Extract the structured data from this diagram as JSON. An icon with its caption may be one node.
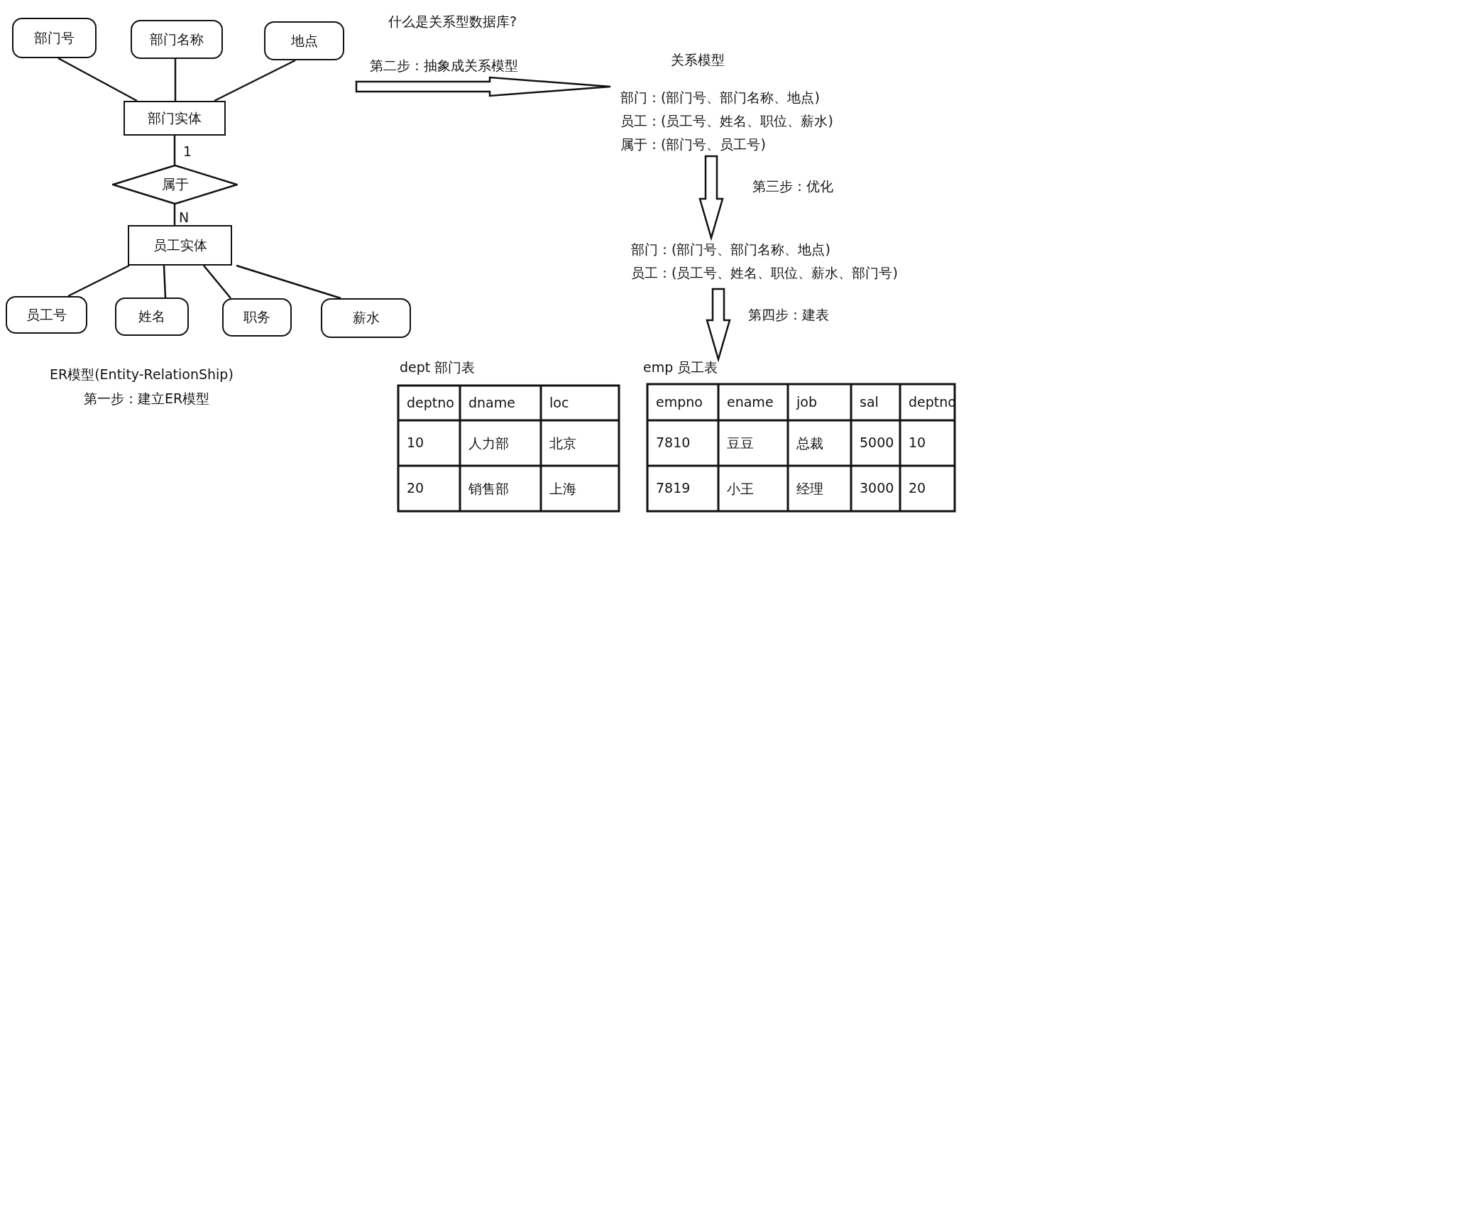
{
  "diagram": {
    "title": "什么是关系型数据库?",
    "nodes": [
      {
        "text": [
          "部门号"
        ]
      },
      {
        "text": [
          "部门名称"
        ]
      },
      {
        "text": [
          "地点"
        ]
      },
      {
        "text": [
          "部门实体"
        ]
      },
      {
        "text": [
          "属于"
        ]
      },
      {
        "text": [
          "员工实体"
        ]
      },
      {
        "text": [
          "员工号"
        ]
      },
      {
        "text": [
          "姓名"
        ]
      },
      {
        "text": [
          "职务"
        ]
      },
      {
        "text": [
          "薪水"
        ]
      },
      {
        "text": [
          "关系模型",
          "部门：(部门号、部门名称、地点)",
          "员工：(员工号、姓名、职位、薪水)",
          "属于：(部门号、员工号)"
        ]
      },
      {
        "text": [
          "部门：(部门号、部门名称、地点)",
          "员工：(员工号、姓名、职位、薪水、部门号)"
        ]
      }
    ],
    "edges": [
      {
        "from": 0,
        "to": 3,
        "arrow": "none"
      },
      {
        "from": 1,
        "to": 3,
        "arrow": "none"
      },
      {
        "from": 2,
        "to": 3,
        "arrow": "none"
      },
      {
        "from": 3,
        "to": 4,
        "arrow": "none",
        "label": "1"
      },
      {
        "from": 4,
        "to": 5,
        "arrow": "none",
        "label": "N"
      },
      {
        "from": 5,
        "to": 6,
        "arrow": "none"
      },
      {
        "from": 5,
        "to": 7,
        "arrow": "none"
      },
      {
        "from": 5,
        "to": 8,
        "arrow": "none"
      },
      {
        "from": 5,
        "to": 9,
        "arrow": "none"
      },
      {
        "from": null,
        "to": 10,
        "arrow": "to",
        "label": "第二步：抽象成关系模型"
      },
      {
        "from": 10,
        "to": 11,
        "arrow": "to",
        "label": "第三步：优化"
      },
      {
        "from": 11,
        "to": null,
        "arrow": "to",
        "label": "第四步：建表"
      }
    ],
    "labels": [
      "ER模型(Entity-RelationShip)",
      "第一步：建立ER模型",
      "dept 部门表",
      "deptno",
      "dname",
      "loc",
      "10",
      "人力部",
      "北京",
      "20",
      "销售部",
      "上海",
      "emp 员工表",
      "empno",
      "ename",
      "job",
      "sal",
      "deptno",
      "7810",
      "豆豆",
      "总裁",
      "5000",
      "10",
      "7819",
      "小王",
      "经理",
      "3000",
      "20"
    ]
  }
}
